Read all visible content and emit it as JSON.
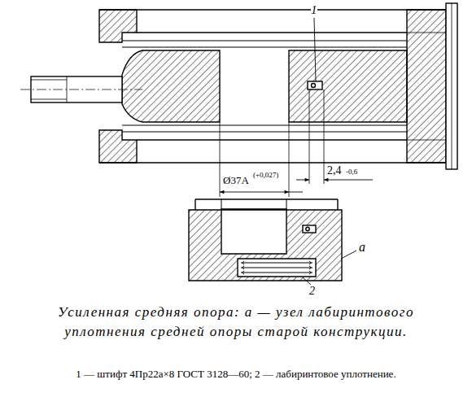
{
  "diagram": {
    "caption": "Усиленная средняя опора: а — узел лабиринтового уплотнения средней опоры старой конструкции.",
    "labels": [
      "1",
      "Ø37A",
      "(+0,027)",
      "2,4",
      "-0,6",
      "а",
      "2",
      "1 — штифт 4Пр22а×8 ГОСТ 3128—60; 2 — лабиринтовое уплотнение."
    ]
  }
}
